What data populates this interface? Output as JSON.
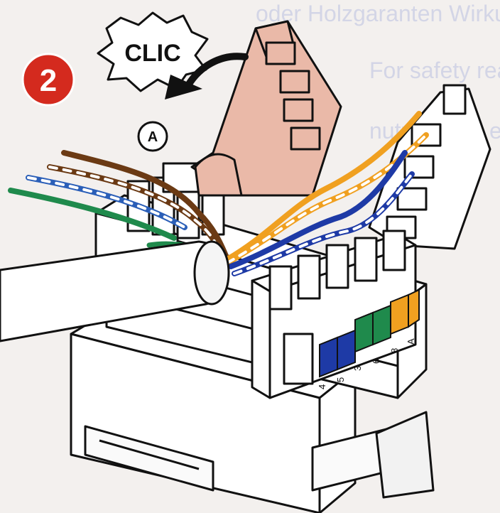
{
  "step": {
    "number": "2",
    "badge_color": "#d42a1e"
  },
  "callout": {
    "sound_text": "CLIC",
    "marker_text": "A"
  },
  "pins": [
    {
      "label": "4",
      "color": "#1e3aa6"
    },
    {
      "label": "5",
      "color": "#1e3aa6"
    },
    {
      "label": "3",
      "color": "#1f8a4c"
    },
    {
      "label": "6",
      "color": "#1f8a4c"
    },
    {
      "label": "8",
      "color": "#f0a020"
    },
    {
      "label": "A",
      "color": "#f0a020"
    }
  ],
  "wire_colors": {
    "brown": "#6b3a14",
    "orange": "#f0a020",
    "blue": "#1e3aa6",
    "green": "#1f8a4c",
    "cover": "#eab9a8"
  },
  "bleed_through": [
    "oder Holzgaranten Wirkung fur",
    "For safety reasons...",
    "nutzten Sie einem Materialen"
  ]
}
